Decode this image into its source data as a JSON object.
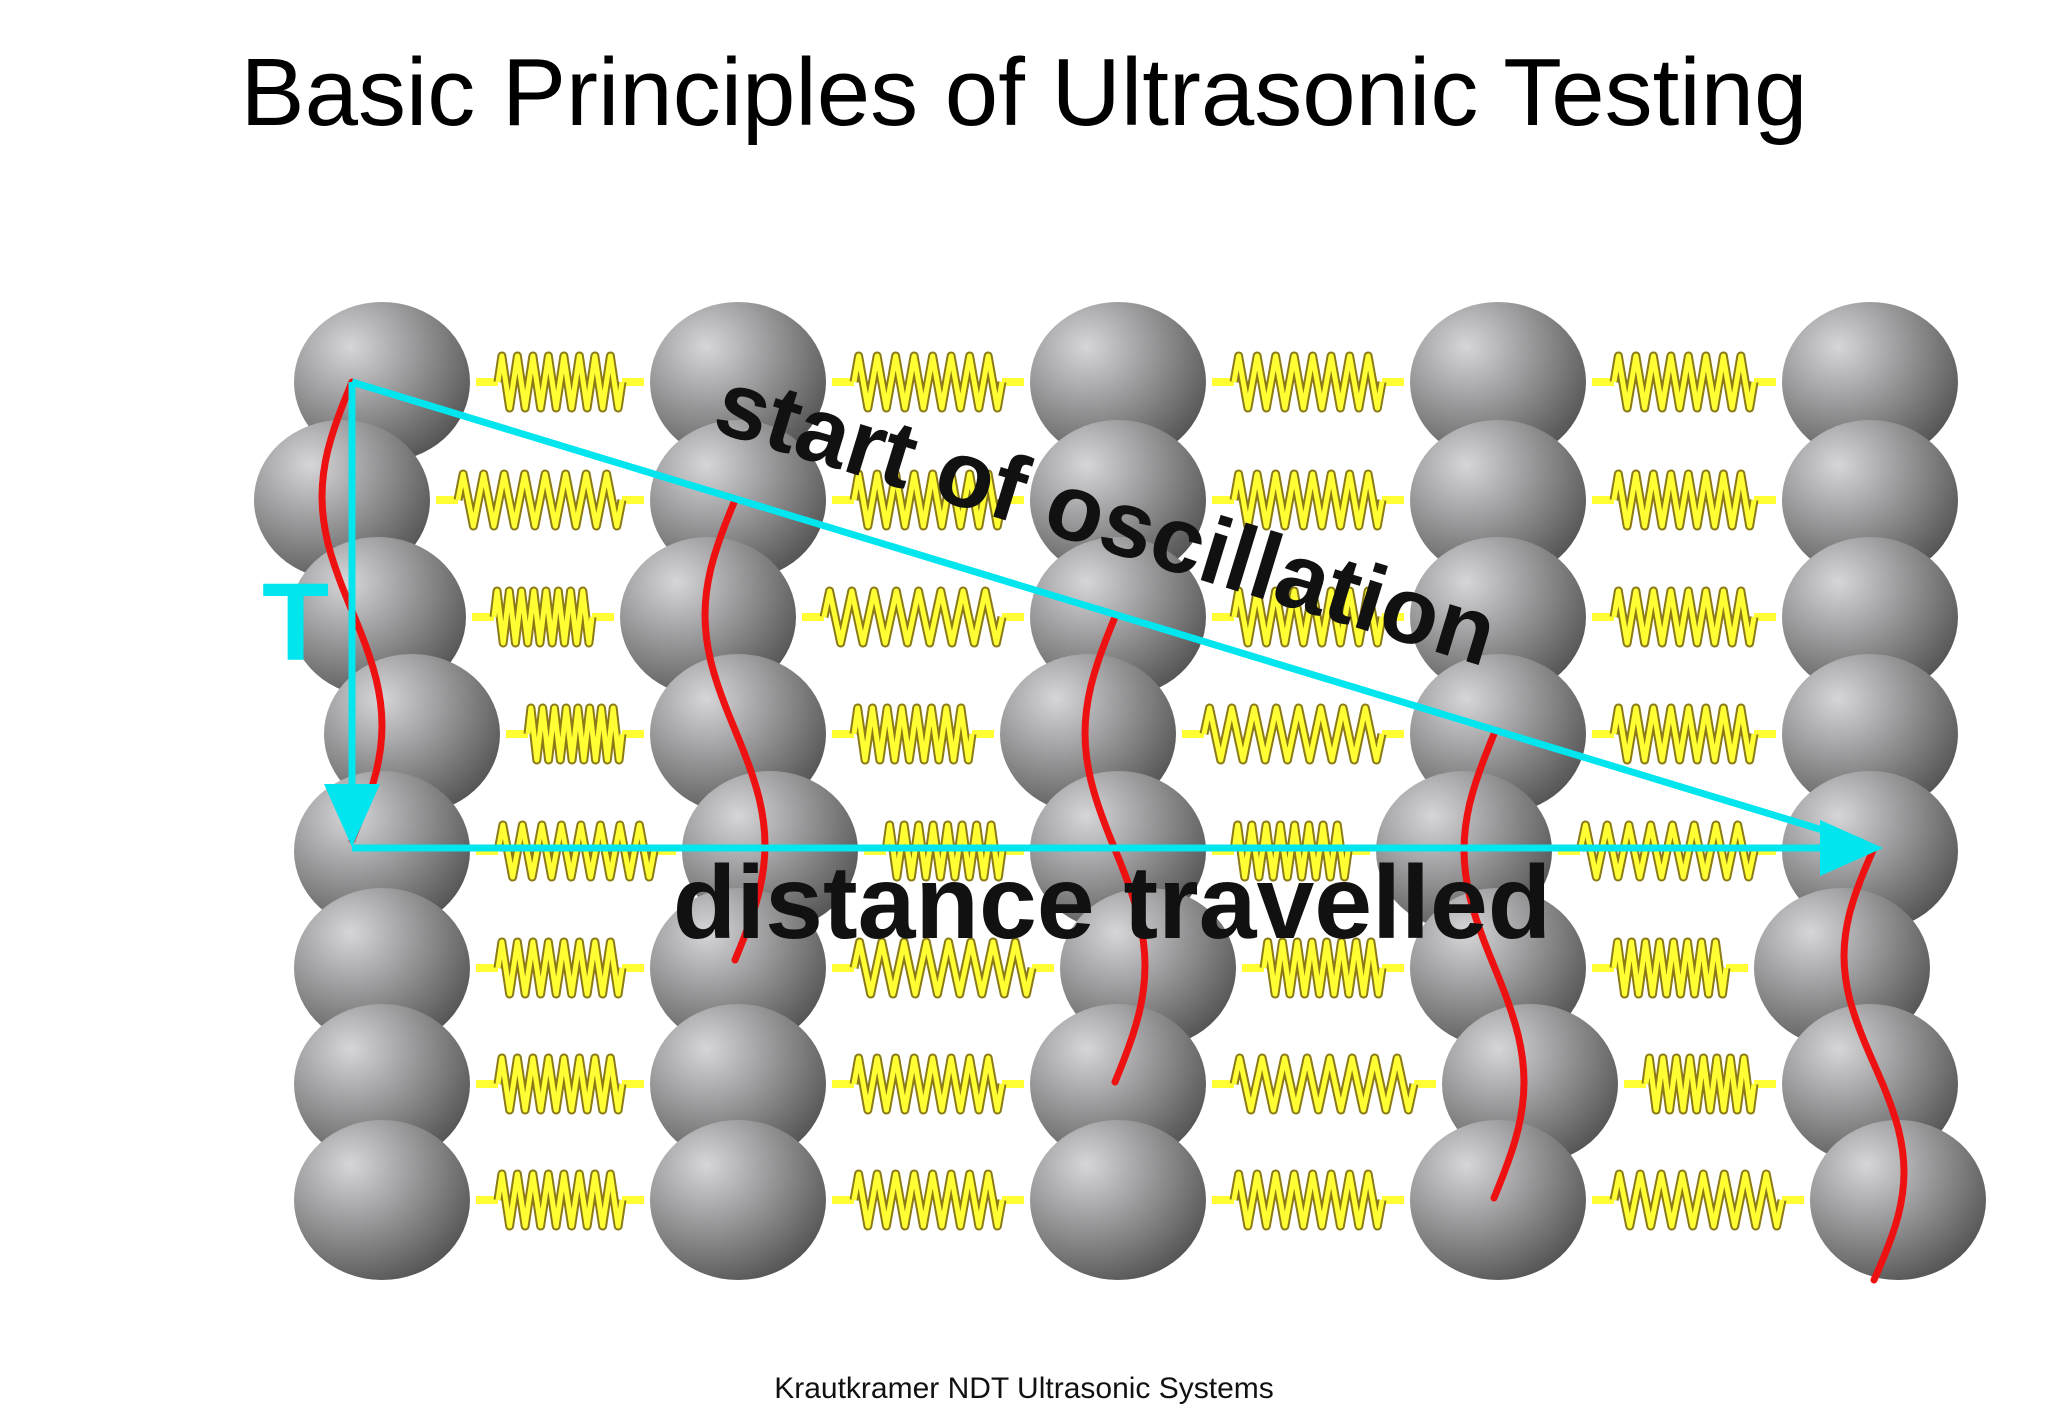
{
  "slide": {
    "title": "Basic Principles of Ultrasonic Testing",
    "footer": "Krautkramer NDT Ultrasonic Systems"
  },
  "diagram": {
    "label_period": "T",
    "label_start": "start of oscillation",
    "label_distance": "distance travelled"
  },
  "colors": {
    "particle_light": "#d6d6d9",
    "particle_dark": "#4a4a4a",
    "spring_fill": "#ffff33",
    "spring_edge": "#8a7a18",
    "wave": "#ee1111",
    "arrow": "#00e5ee",
    "label": "#111111"
  }
}
